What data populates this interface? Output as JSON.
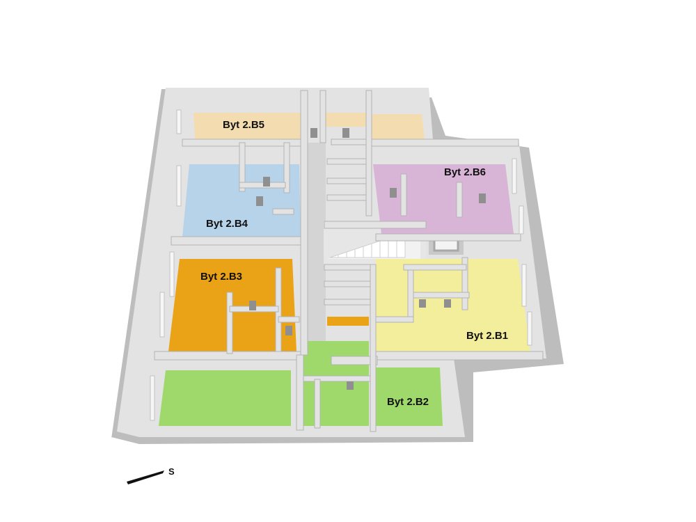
{
  "colors": {
    "wall_top": "#e3e3e3",
    "wall_side": "#bdbdbd",
    "wall_shadow": "#9e9e9e",
    "corridor_floor": "#d4d4d4",
    "stair": "#ffffff",
    "label_text": "#111111",
    "compass": "#111111"
  },
  "apartments": [
    {
      "id": "B1",
      "label": "Byt 2.B1",
      "color": "#f3ee9c"
    },
    {
      "id": "B2",
      "label": "Byt 2.B2",
      "color": "#9fd96b"
    },
    {
      "id": "B3",
      "label": "Byt 2.B3",
      "color": "#eaa317"
    },
    {
      "id": "B4",
      "label": "Byt 2.B4",
      "color": "#b7d3ea"
    },
    {
      "id": "B5",
      "label": "Byt 2.B5",
      "color": "#f3ddb0"
    },
    {
      "id": "B6",
      "label": "Byt 2.B6",
      "color": "#d8b4d6"
    }
  ],
  "unlabeled_unit": {
    "color": "#9fd96b"
  },
  "compass": {
    "direction_label": "S",
    "icon": "compass-arrow-icon"
  }
}
